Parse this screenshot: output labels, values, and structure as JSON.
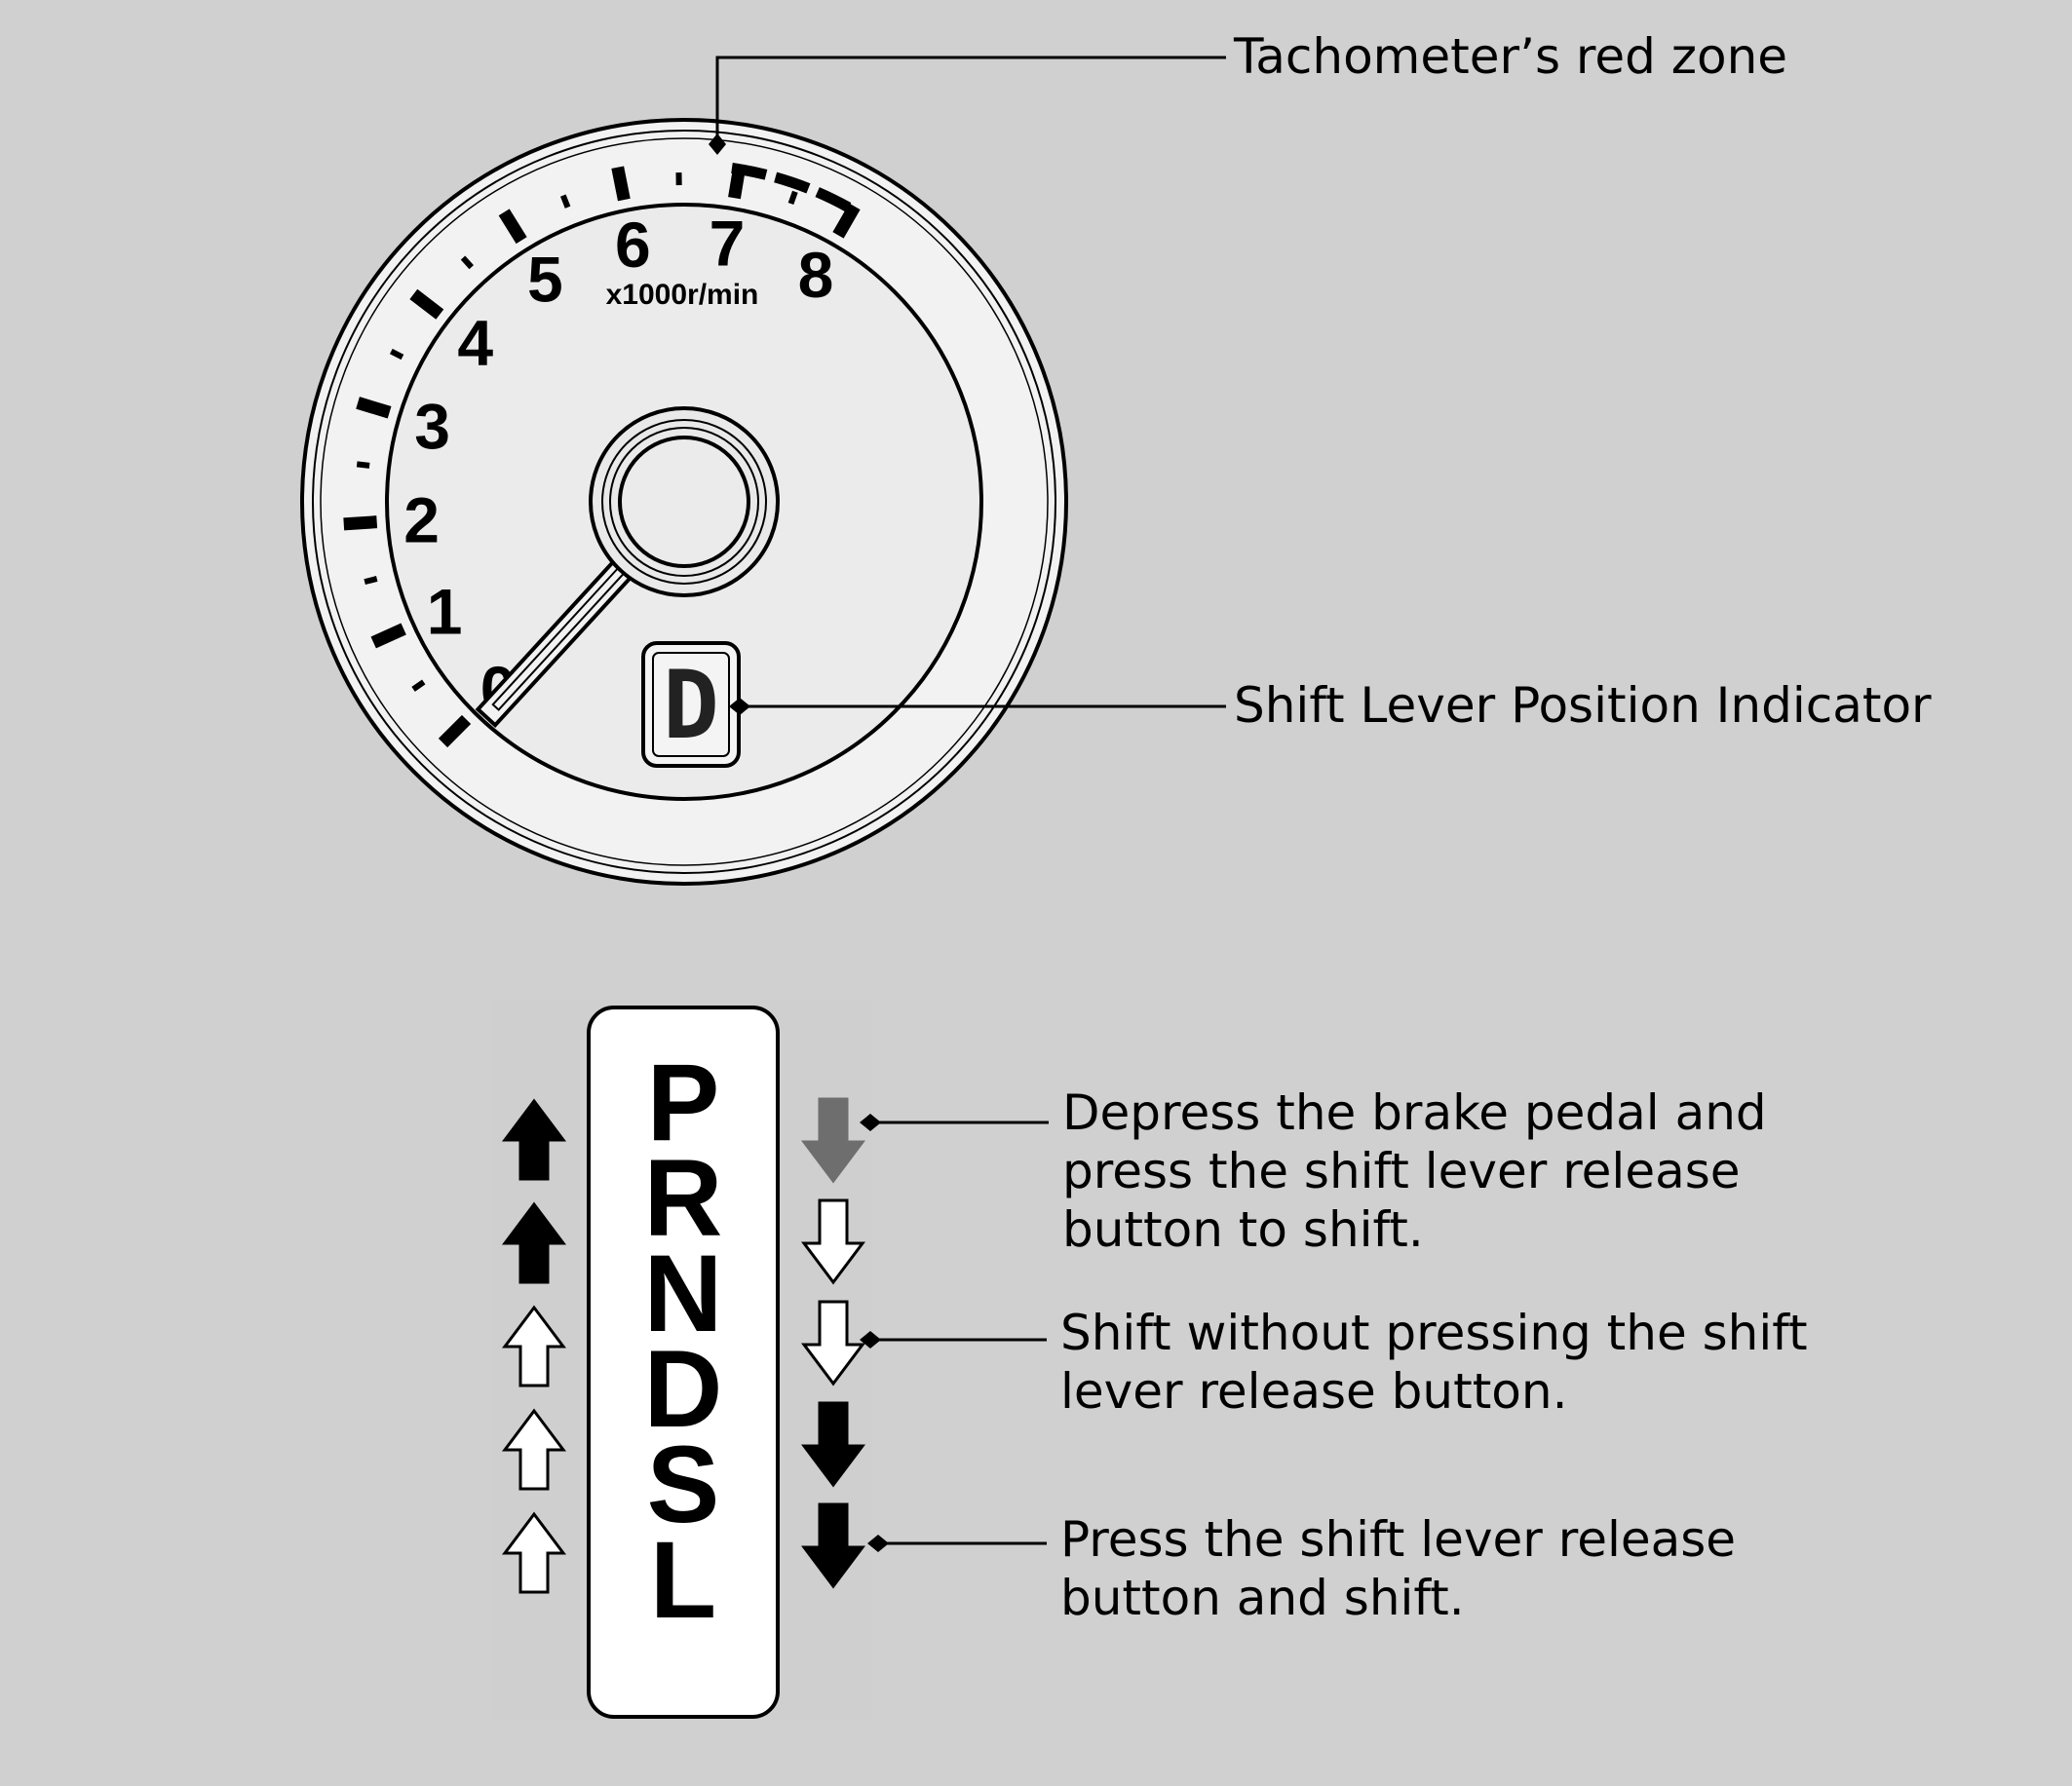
{
  "tachometer": {
    "unit": "x1000r/min",
    "scale_numbers": [
      "0",
      "1",
      "2",
      "3",
      "4",
      "5",
      "6",
      "7",
      "8"
    ],
    "needle_value": 0,
    "red_zone_start": 6.9,
    "max_value": 8,
    "shift_indicator_value": "D"
  },
  "callouts": {
    "tachometer_red_zone": "Tachometer’s red zone",
    "shift_lever_position_indicator": "Shift Lever Position Indicator",
    "brake_pedal": {
      "line1": "Depress the brake pedal and",
      "line2": "press the shift lever release",
      "line3": "button to shift."
    },
    "without_pressing": {
      "line1": "Shift without pressing the shift",
      "line2": "lever release button."
    },
    "press_release": {
      "line1": "Press the shift lever release",
      "line2": "button and shift."
    }
  },
  "shift_gate": {
    "positions": [
      "P",
      "R",
      "N",
      "D",
      "S",
      "L"
    ],
    "up_arrows": [
      "black",
      "black",
      "white",
      "white",
      "white"
    ],
    "down_arrows": [
      "gray",
      "white",
      "white",
      "black",
      "black"
    ]
  },
  "colors": {
    "background": "#d0d0d0",
    "black_arrow": "#000000",
    "gray_arrow": "#6e6e6e",
    "white_arrow": "#ffffff"
  }
}
